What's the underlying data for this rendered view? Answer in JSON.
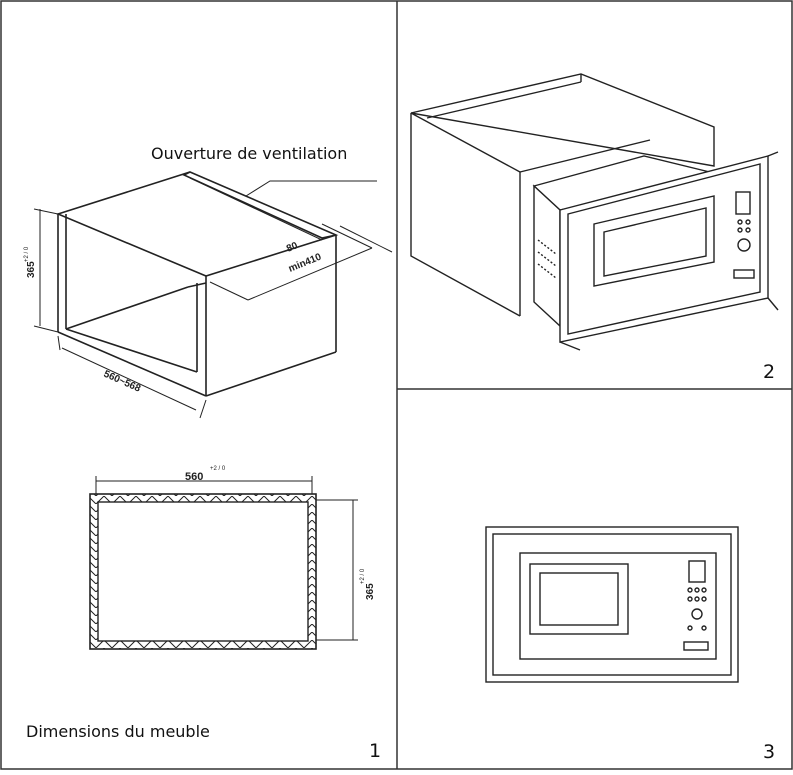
{
  "panels": [
    {
      "number": "1",
      "caption": "Dimensions du meuble"
    },
    {
      "number": "2"
    },
    {
      "number": "3"
    }
  ],
  "callouts": {
    "ventilation": "Ouverture de ventilation"
  },
  "dimensions": {
    "cabinet_height": "365",
    "cabinet_height_tol": "+2 / 0",
    "cabinet_width": "560~568",
    "vent_depth": "80",
    "vent_min": "min410",
    "opening_width": "560",
    "opening_width_tol": "+2 / 0",
    "opening_height": "365",
    "opening_height_tol": "+2 / 0"
  }
}
